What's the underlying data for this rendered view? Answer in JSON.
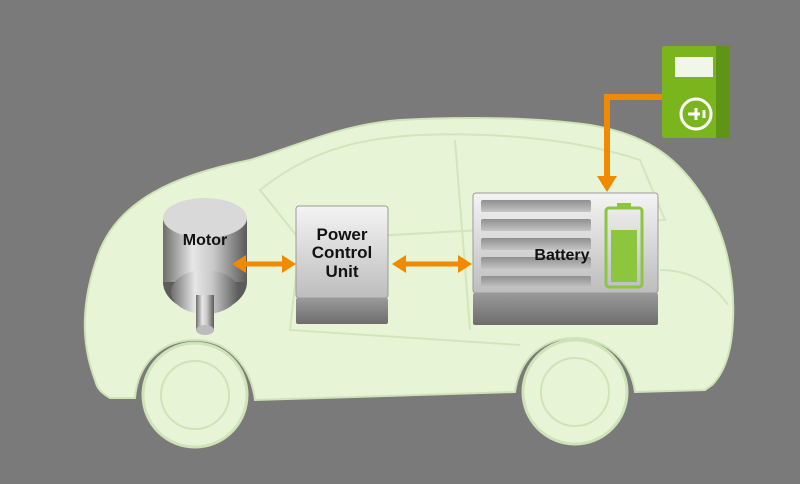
{
  "components": {
    "motor": {
      "label": "Motor"
    },
    "pcu": {
      "label_lines": [
        "Power",
        "Control",
        "Unit"
      ]
    },
    "battery": {
      "label": "Battery"
    },
    "charger": {
      "icon": "plug-icon"
    }
  },
  "colors": {
    "background": "#7a7a7a",
    "car_fill": "#e7f5d6",
    "arrow": "#f08a00",
    "charger_green": "#7ab51d",
    "battery_level": "#8cc63f"
  }
}
